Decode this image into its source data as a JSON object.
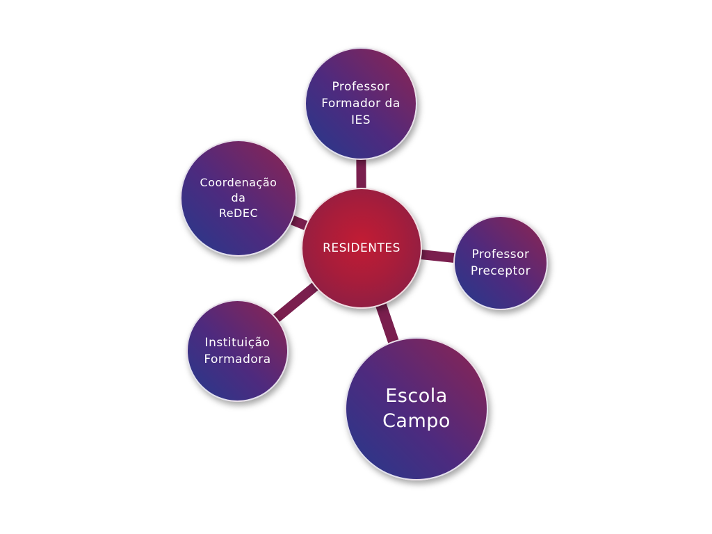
{
  "diagram": {
    "center": {
      "label": "RESIDENTES"
    },
    "nodes": {
      "professor_formador": {
        "label": "Professor\nFormador da\nIES"
      },
      "coordenacao": {
        "label": "Coordenação\nda\nReDEC"
      },
      "professor_preceptor": {
        "label": "Professor\nPreceptor"
      },
      "instituicao": {
        "label": "Instituição\nFormadora"
      },
      "escola_campo": {
        "label": "Escola\nCampo"
      }
    }
  },
  "colors": {
    "connector": "#7a1f4e",
    "center_red": "#c21c34",
    "outer_blue": "#243a8c",
    "outer_magenta": "#8e2450"
  }
}
